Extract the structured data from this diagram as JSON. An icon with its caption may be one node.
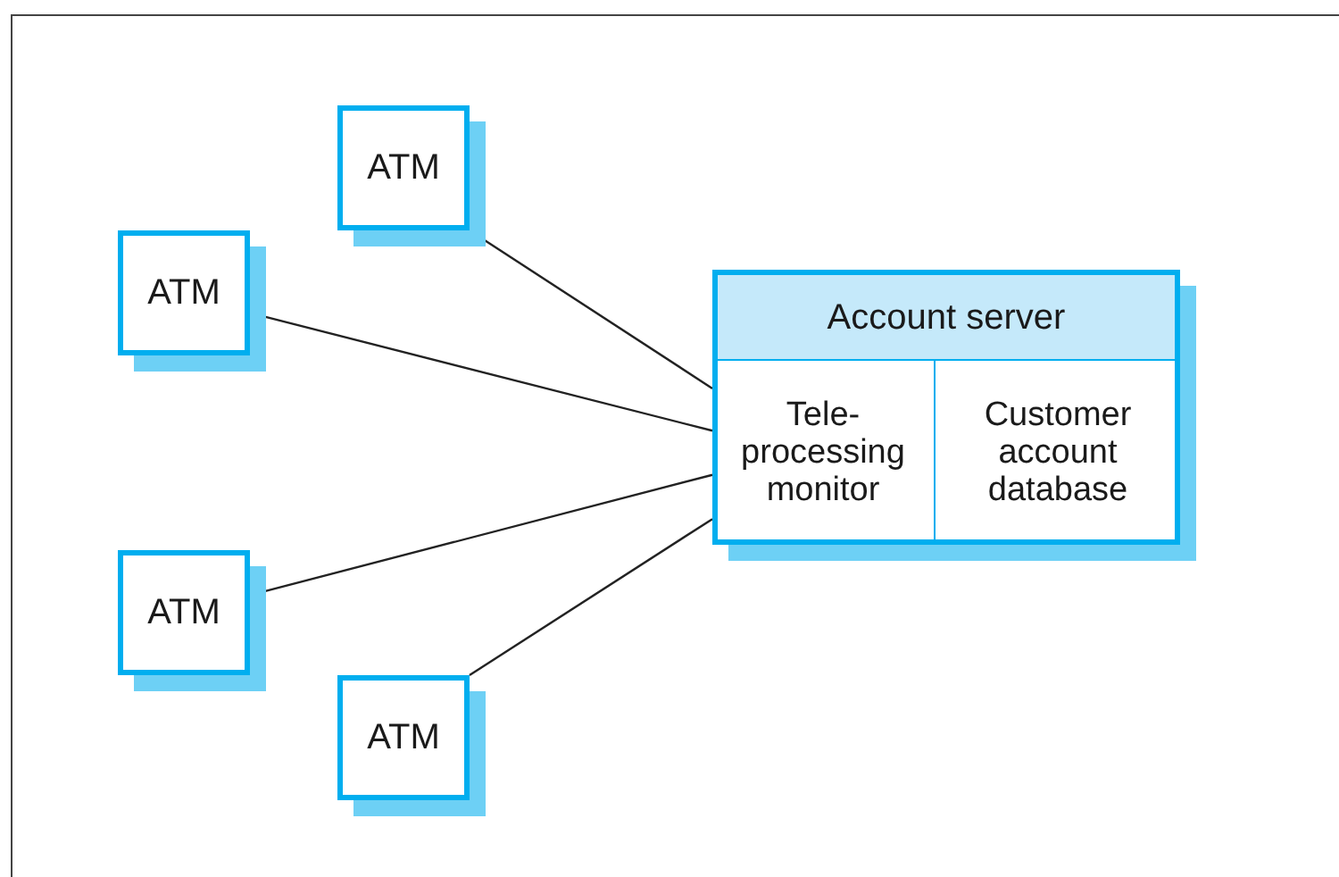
{
  "diagram": {
    "nodes": [
      {
        "text": [
          "ATM"
        ]
      },
      {
        "text": [
          "ATM"
        ]
      },
      {
        "text": [
          "ATM"
        ]
      },
      {
        "text": [
          "ATM"
        ]
      },
      {
        "text": [
          "Account server"
        ]
      },
      {
        "text": [
          "Tele- processing monitor"
        ],
        "in": 4
      },
      {
        "text": [
          "Customer account database"
        ],
        "in": 4
      }
    ],
    "edges": [
      {
        "from": 0,
        "to": 5,
        "arrow": "none"
      },
      {
        "from": 1,
        "to": 5,
        "arrow": "none"
      },
      {
        "from": 2,
        "to": 5,
        "arrow": "none"
      },
      {
        "from": 3,
        "to": 5,
        "arrow": "none"
      }
    ]
  }
}
